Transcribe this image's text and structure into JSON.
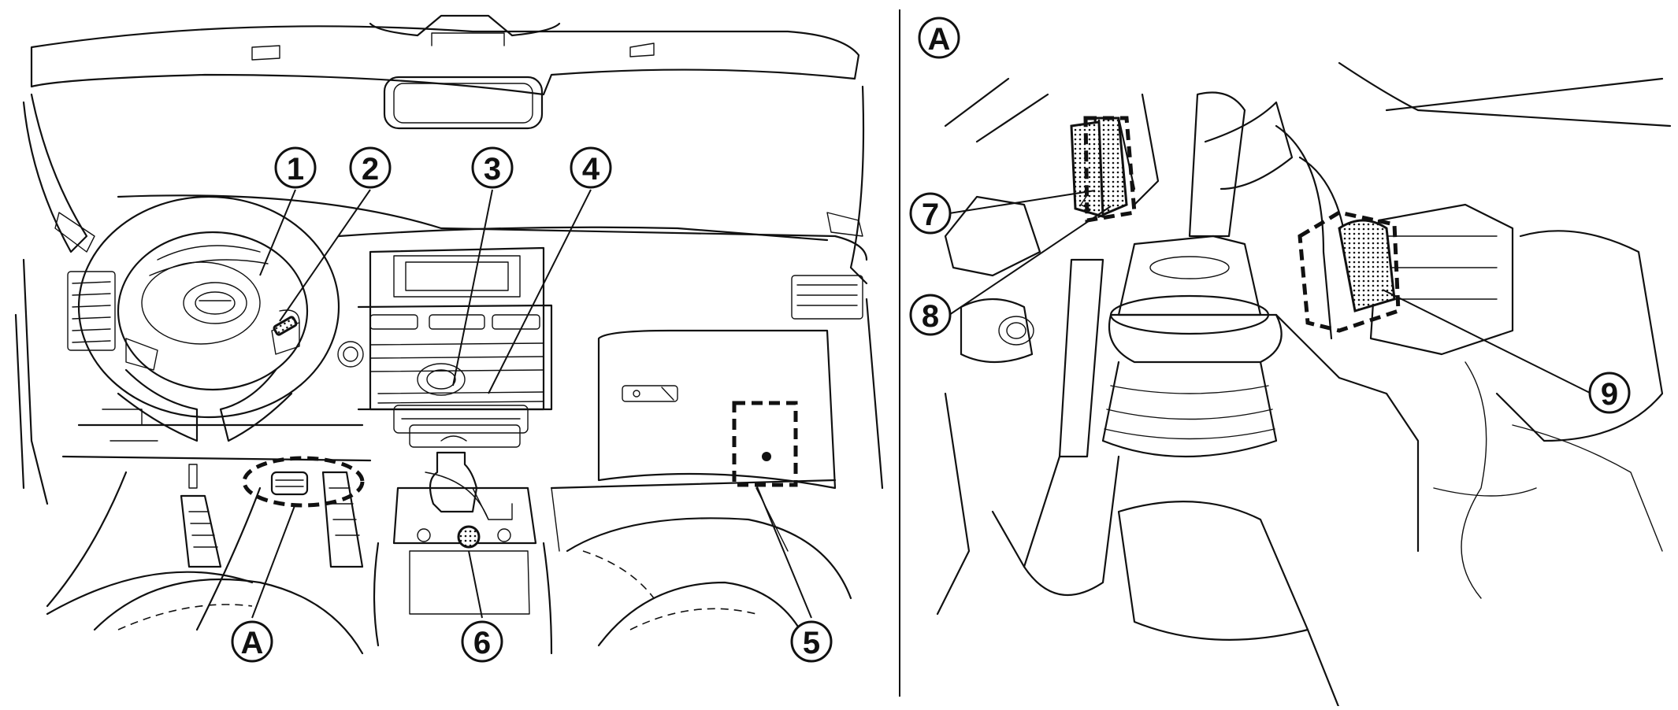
{
  "left_view": {
    "callouts": [
      {
        "id": "1",
        "text": "1"
      },
      {
        "id": "2",
        "text": "2"
      },
      {
        "id": "3",
        "text": "3"
      },
      {
        "id": "4",
        "text": "4"
      },
      {
        "id": "5",
        "text": "5"
      },
      {
        "id": "6",
        "text": "6"
      },
      {
        "id": "A",
        "text": "A"
      }
    ]
  },
  "right_view": {
    "title": "A",
    "callouts": [
      {
        "id": "7",
        "text": "7"
      },
      {
        "id": "8",
        "text": "8"
      },
      {
        "id": "9",
        "text": "9"
      }
    ]
  },
  "colors": {
    "line": "#111111",
    "background": "#ffffff"
  }
}
